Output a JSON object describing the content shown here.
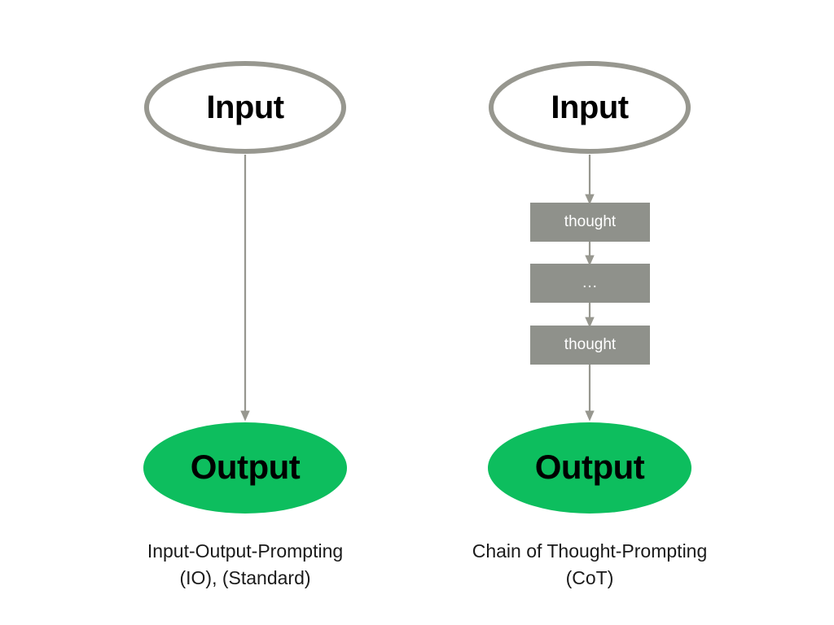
{
  "figure": {
    "background_color": "#ffffff",
    "stroke_color": "#97978f",
    "thought_fill": "#8f918b",
    "output_fill": "#0dbe5e",
    "text_color": "#000000",
    "thought_text_color": "#ffffff",
    "caption_color": "#1a1a1a"
  },
  "panels": [
    {
      "id": "io-panel",
      "input": {
        "label": "Input"
      },
      "thoughts": [],
      "output": {
        "label": "Output"
      },
      "caption": {
        "line1": "Input-Output-Prompting",
        "line2": "(IO), (Standard)"
      }
    },
    {
      "id": "cot-panel",
      "input": {
        "label": "Input"
      },
      "thoughts": [
        {
          "label": "thought"
        },
        {
          "label": "..."
        },
        {
          "label": "thought"
        }
      ],
      "output": {
        "label": "Output"
      },
      "caption": {
        "line1": "Chain of Thought-Prompting",
        "line2": "(CoT)"
      }
    }
  ]
}
